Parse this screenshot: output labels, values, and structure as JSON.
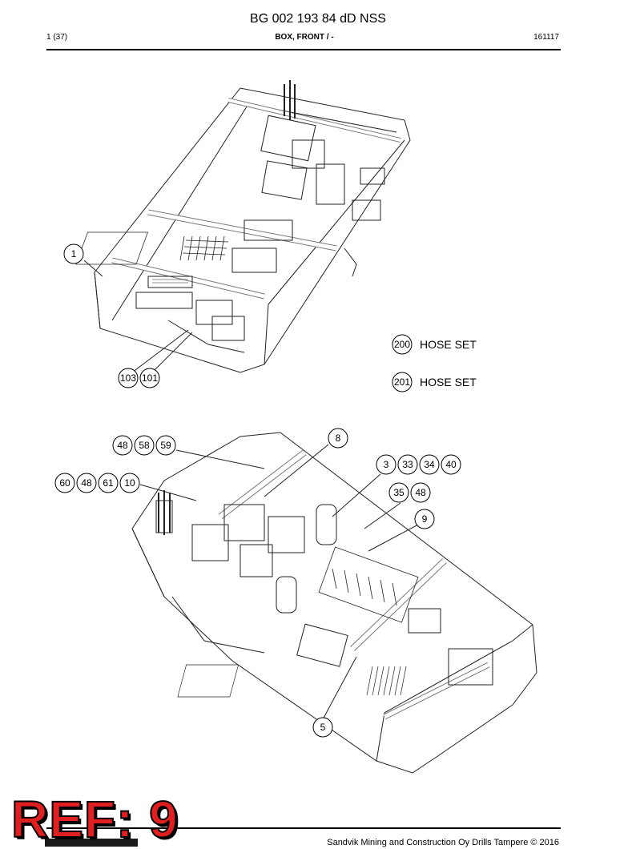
{
  "header": {
    "title": "BG 002 193 84 dD NSS",
    "page": "1 (37)",
    "section": "BOX, FRONT / -",
    "code": "161117"
  },
  "top_drawing": {
    "callouts": [
      "1",
      "103",
      "101"
    ]
  },
  "legend": [
    {
      "num": "200",
      "text": "HOSE SET"
    },
    {
      "num": "201",
      "text": "HOSE SET"
    }
  ],
  "bottom_drawing": {
    "callouts": [
      "48",
      "58",
      "59",
      "8",
      "60",
      "48",
      "61",
      "10",
      "3",
      "33",
      "34",
      "40",
      "35",
      "48",
      "9",
      "5"
    ]
  },
  "banner": "REF: 9",
  "footer": "Sandvik Mining and Construction Oy Drills Tampere © 2016"
}
